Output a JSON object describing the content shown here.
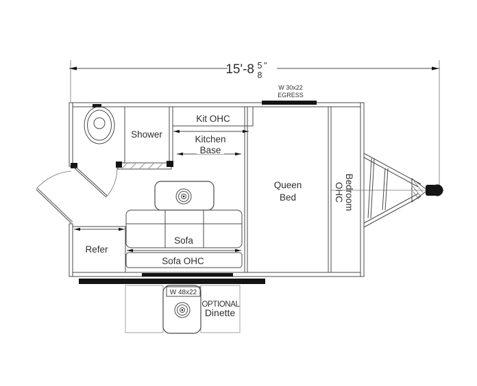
{
  "title": "Travel trailer floor plan",
  "dimension": {
    "main": "15'-8",
    "numerator": "5",
    "denominator": "8",
    "inches_mark": "\""
  },
  "windows": {
    "egress_line1": "W 30x22",
    "egress_line2": "EGRESS",
    "rear": "W 48x22"
  },
  "rooms": {
    "shower": "Shower",
    "kit_ohc": "Kit OHC",
    "kitchen_line1": "Kitchen",
    "kitchen_line2": "Base",
    "queen_line1": "Queen",
    "queen_line2": "Bed",
    "bedroom_ohc_line1": "Bedroom",
    "bedroom_ohc_line2": "OHC",
    "refer": "Refer",
    "sofa": "Sofa",
    "sofa_ohc": "Sofa OHC",
    "dinette_line1": "OPTIONAL",
    "dinette_line2": "Dinette"
  },
  "colors": {
    "line": "#474747",
    "window": "#141414",
    "dinette_outline": "#a3a3a3",
    "background": "#ffffff"
  }
}
